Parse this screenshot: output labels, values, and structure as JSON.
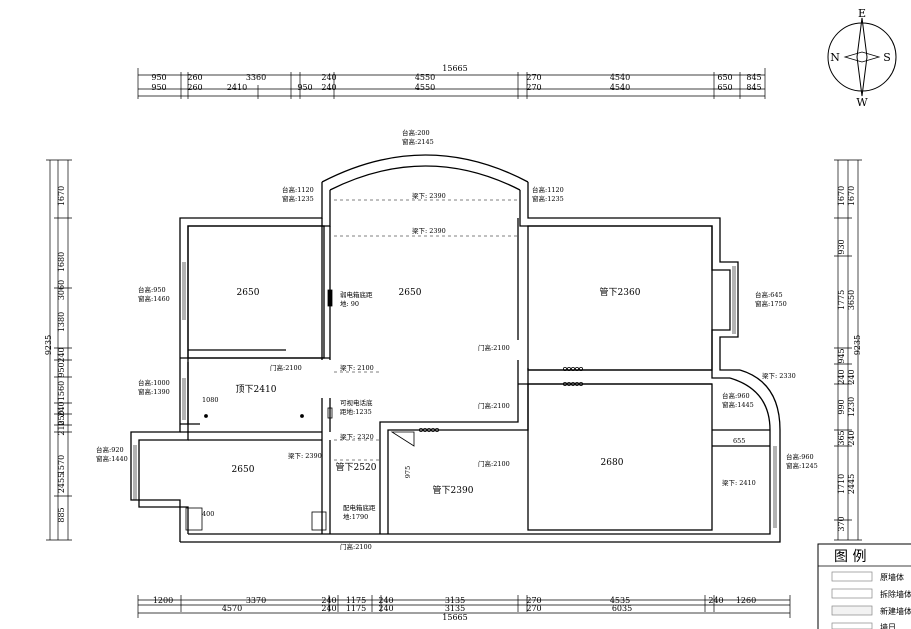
{
  "compass": {
    "north": "N",
    "south": "S",
    "east": "E",
    "west": "W"
  },
  "dims": {
    "top_total": "15665",
    "top_row1": [
      "950",
      "260",
      "3360",
      "240",
      "4550",
      "270",
      "4540",
      "650",
      "845"
    ],
    "top_row2": [
      "950",
      "260",
      "2410",
      "950",
      "240",
      "4550",
      "270",
      "4540",
      "650",
      "845"
    ],
    "bottom_row1": [
      "1200",
      "3370",
      "240",
      "1175",
      "240",
      "3135",
      "270",
      "4535",
      "240",
      "1260"
    ],
    "bottom_row2": [
      "4570",
      "240",
      "1175",
      "240",
      "3135",
      "270",
      "6035"
    ],
    "bottom_total": "15665",
    "left_total": "9235",
    "left_segments": [
      "1670",
      "1680",
      "3060",
      "1380",
      "240",
      "950",
      "1560",
      "240",
      "250",
      "210",
      "1570",
      "2455",
      "885"
    ],
    "right_total": "9235",
    "right_segments": [
      "1670",
      "1670",
      "930",
      "1775",
      "3650",
      "945",
      "240",
      "240",
      "990",
      "1230",
      "365",
      "240",
      "1710",
      "2445",
      "370"
    ]
  },
  "rooms": {
    "top_left": "2650",
    "center": "2650",
    "top_right": "管下2360",
    "mid_left": "顶下2410",
    "bottom_left": "2650",
    "bottom_left_beam": "管下2520",
    "bottom_mid": "管下2390",
    "bottom_right": "2680"
  },
  "notes": {
    "arch_sill": "台高:200",
    "arch_window": "窗高:2145",
    "tl_sill": "台高:1120",
    "tl_window": "窗高:1235",
    "tr_sill": "台高:1120",
    "tr_window": "窗高:1235",
    "beam_top1": "梁下: 2390",
    "beam_top2": "梁下: 2390",
    "left_win_sill": "台高:950",
    "left_win_window": "窗高:1460",
    "weak_box_1": "弱电箱底距",
    "weak_box_2": "地: 90",
    "right_win_sill": "台高:645",
    "right_win_window": "窗高:1750",
    "door_top_left": "门高:2100",
    "beam_mid_left": "梁下: 2100",
    "door_center_a": "门高:2100",
    "mid_left_sill": "台高:1000",
    "mid_left_window": "窗高:1390",
    "dim_1080": "1080",
    "video_phone_1": "可视电话底",
    "video_phone_2": "距地:1235",
    "door_center_b": "门高:2100",
    "beam_right_bay": "梁下: 2330",
    "bay_sill": "台高:960",
    "bay_window": "窗高:1445",
    "beam_2320": "梁下: 2320",
    "dim_655": "655",
    "far_left_sill": "台高:920",
    "far_left_window": "窗高:1440",
    "beam_2390c": "梁下: 2390",
    "dim_975": "975",
    "door_center_c": "门高:2100",
    "br_sill": "台高:960",
    "br_window": "窗高:1245",
    "beam_2410": "梁下: 2410",
    "dim_400": "400",
    "dist_box_1": "配电箱底距",
    "dist_box_2": "地:1790",
    "door_bottom": "门高:2100"
  },
  "legend": {
    "title": "图  例",
    "items": [
      "原墙体",
      "拆除墙体",
      "新建墙体",
      "墙日"
    ]
  }
}
